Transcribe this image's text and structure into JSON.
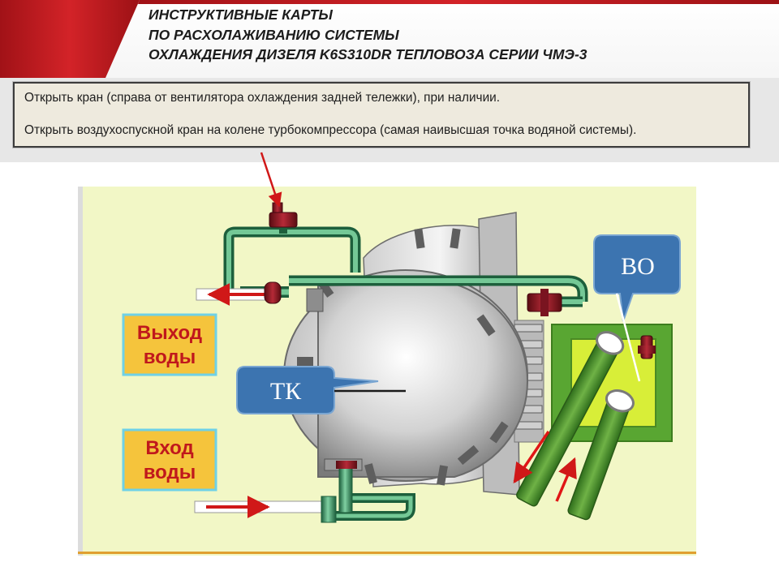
{
  "title": {
    "line1": "ИНСТРУКТИВНЫЕ КАРТЫ",
    "line2": "ПО РАСХОЛАЖИВАНИЮ СИСТЕМЫ",
    "line3": "ОХЛАЖДЕНИЯ ДИЗЕЛЯ K6S310DR ТЕПЛОВОЗА СЕРИИ ЧМЭ-3"
  },
  "instructions": {
    "step1": "Открыть кран (справа от вентилятора охлаждения задней тележки), при наличии.",
    "step2": "Открыть воздухоспускной кран на колене турбокомпрессора (самая наивысшая точка водяной системы)."
  },
  "diagram": {
    "label_water_out": {
      "line1": "Выход",
      "line2": "воды"
    },
    "label_water_in": {
      "line1": "Вход",
      "line2": "воды"
    },
    "callout_tk": "ТК",
    "callout_vo": "ВО"
  },
  "colors": {
    "diagram_bg": "#f2f7c6",
    "pipe_green": "#3f9a62",
    "cooler_green": "#57a82e",
    "label_bg": "#f5c43c",
    "label_border": "#6fd1e6",
    "callout_blue": "#3c74b0",
    "flow_arrow": "#e01616",
    "header_red": "#cf1f24"
  }
}
